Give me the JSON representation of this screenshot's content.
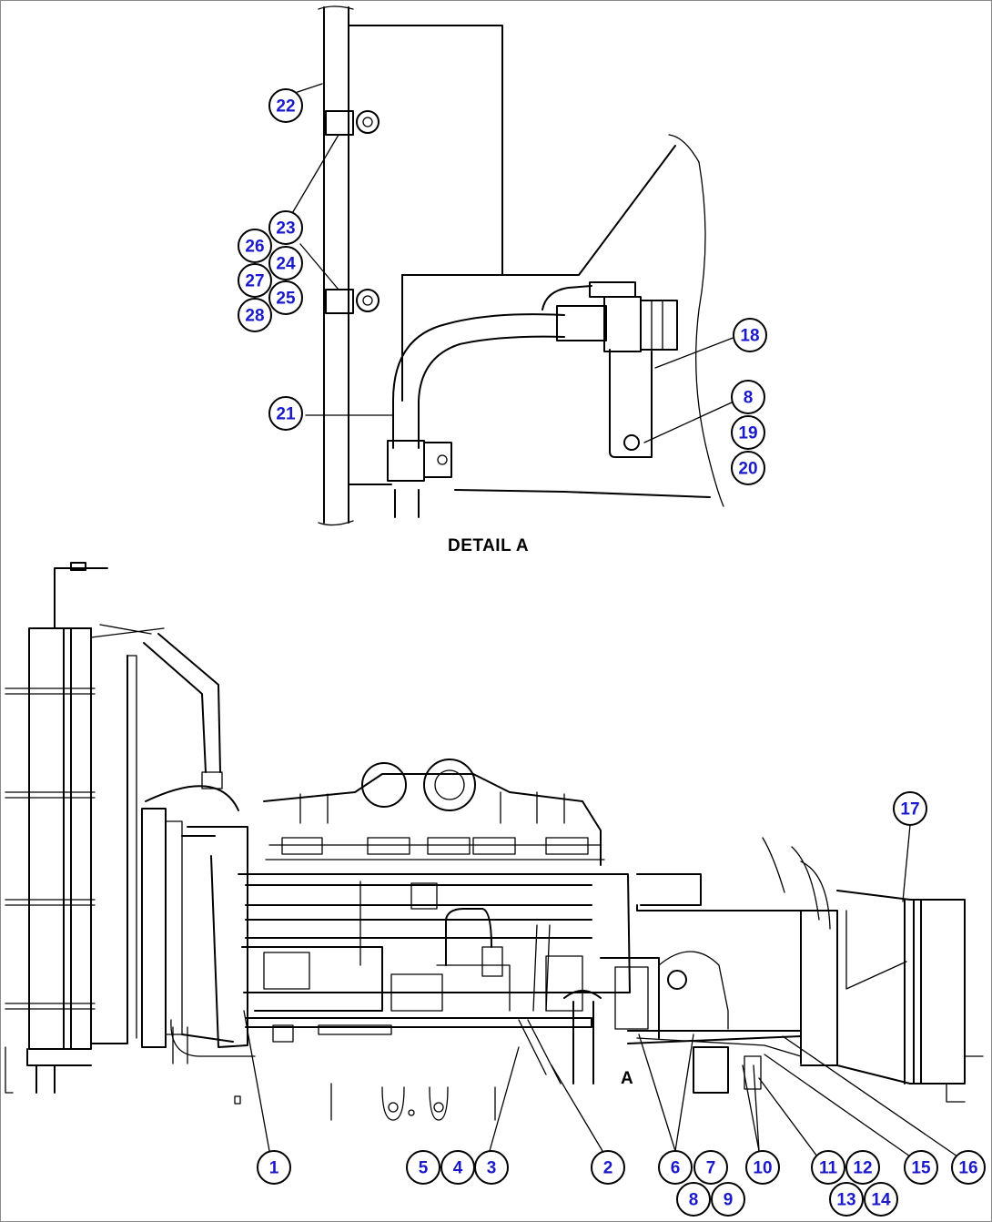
{
  "detail_caption": "DETAIL A",
  "view_marker": "A",
  "colors": {
    "balloon_text": "#1a1acc",
    "line": "#000000",
    "background": "#ffffff"
  },
  "balloons": [
    {
      "id": "b22",
      "label": "22"
    },
    {
      "id": "b23",
      "label": "23"
    },
    {
      "id": "b26",
      "label": "26"
    },
    {
      "id": "b24",
      "label": "24"
    },
    {
      "id": "b27",
      "label": "27"
    },
    {
      "id": "b25",
      "label": "25"
    },
    {
      "id": "b28",
      "label": "28"
    },
    {
      "id": "b21",
      "label": "21"
    },
    {
      "id": "b18",
      "label": "18"
    },
    {
      "id": "b8a",
      "label": "8"
    },
    {
      "id": "b19",
      "label": "19"
    },
    {
      "id": "b20",
      "label": "20"
    },
    {
      "id": "b17",
      "label": "17"
    },
    {
      "id": "b1",
      "label": "1"
    },
    {
      "id": "b5",
      "label": "5"
    },
    {
      "id": "b4",
      "label": "4"
    },
    {
      "id": "b3",
      "label": "3"
    },
    {
      "id": "b2",
      "label": "2"
    },
    {
      "id": "b6",
      "label": "6"
    },
    {
      "id": "b7",
      "label": "7"
    },
    {
      "id": "b8b",
      "label": "8"
    },
    {
      "id": "b9",
      "label": "9"
    },
    {
      "id": "b10",
      "label": "10"
    },
    {
      "id": "b11",
      "label": "11"
    },
    {
      "id": "b12",
      "label": "12"
    },
    {
      "id": "b13",
      "label": "13"
    },
    {
      "id": "b14",
      "label": "14"
    },
    {
      "id": "b15",
      "label": "15"
    },
    {
      "id": "b16",
      "label": "16"
    }
  ]
}
